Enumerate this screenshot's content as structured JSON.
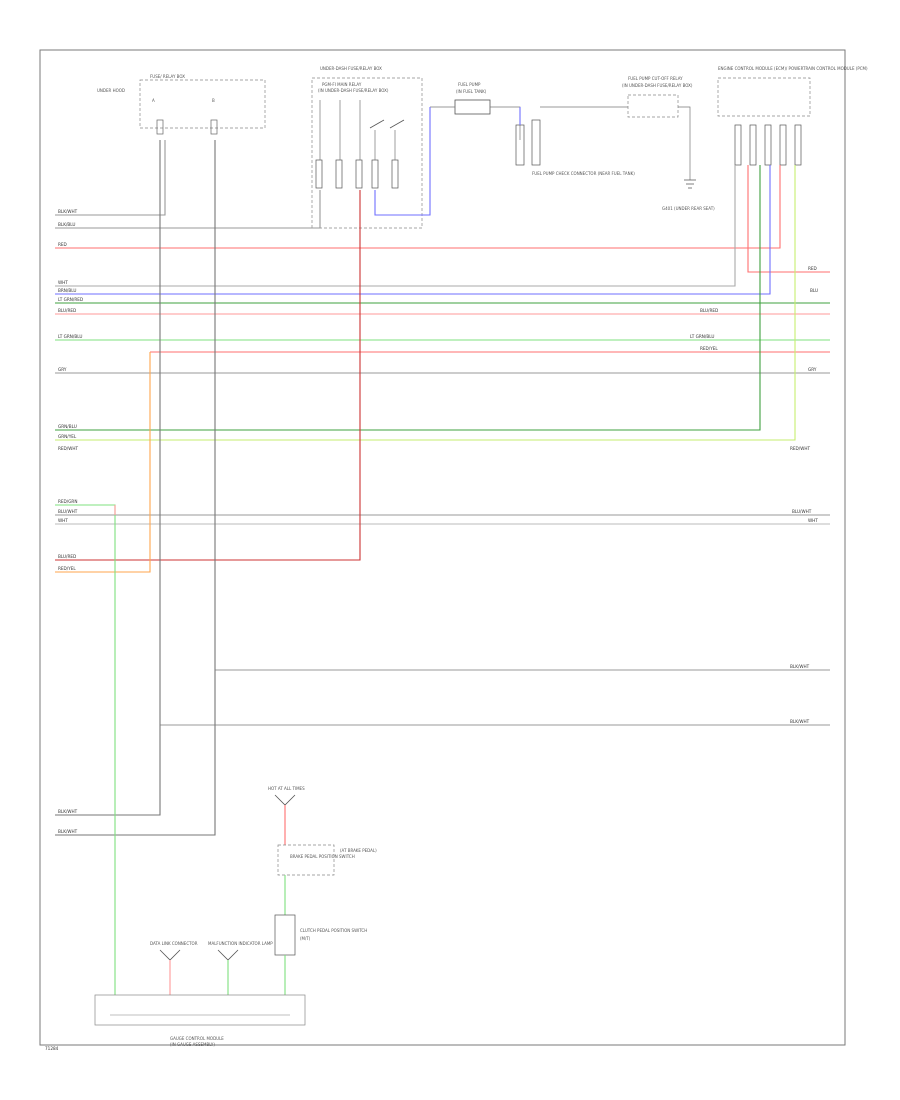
{
  "diagram": {
    "footer_code": "71284",
    "components": {
      "fuse_left": {
        "title": "FUSE/ RELAY BOX",
        "sub": "UNDER HOOD",
        "pin_a": "A",
        "pin_b": "B"
      },
      "fuse_mid": {
        "title": "UNDER-DASH FUSE/RELAY BOX"
      },
      "main_relay": {
        "title": "PGM-FI MAIN RELAY",
        "sub": "(IN UNDER-DASH FUSE/RELAY BOX)"
      },
      "fuel_pump": {
        "title": "FUEL PUMP",
        "sub": "(IN FUEL TANK)"
      },
      "fuel_pump_relay": {
        "title": "FUEL PUMP CUT-OFF RELAY",
        "sub": "(IN UNDER-DASH FUSE/RELAY BOX)"
      },
      "fuel_pump_note": {
        "text": "FUEL PUMP CHECK CONNECTOR (NEAR FUEL TANK)"
      },
      "ground": {
        "text": "G401 (UNDER REAR SEAT)"
      },
      "ecm": {
        "title": "ENGINE CONTROL MODULE (ECM)/ POWERTRAIN CONTROL MODULE (PCM)"
      },
      "hot_fuse": {
        "text": "HOT AT ALL TIMES"
      },
      "brake_switch": {
        "title": "BRAKE PEDAL POSITION SWITCH",
        "sub": "(AT BRAKE PEDAL)"
      },
      "clutch": {
        "title": "CLUTCH PEDAL POSITION SWITCH",
        "sub": "(M/T)"
      },
      "cluster": {
        "title": "GAUGE CONTROL MODULE",
        "sub": "(IN GAUGE ASSEMBLY)"
      },
      "sensor_a": {
        "text": "DATA LINK CONNECTOR"
      },
      "sensor_b": {
        "text": "MALFUNCTION INDICATOR LAMP"
      }
    },
    "left_labels": [
      "BLK/WHT",
      "BLK/BLU",
      "RED",
      "WHT",
      "BRN/BLU",
      "LT GRN/RED",
      "BLU/RED",
      "LT GRN/BLU",
      "GRY",
      "GRN/BLU",
      "GRN/YEL",
      "RED/WHT",
      "RED/GRN",
      "BLU/WHT",
      "WHT",
      "BLU/RED",
      "RED/YEL",
      "BLK/WHT",
      "BLK/WHT"
    ],
    "right_labels": [
      "RED",
      "BLU",
      "BLU/RED",
      "LT GRN/BLU",
      "RED/YEL",
      "GRY",
      "RED/WHT",
      "BLU/WHT",
      "WHT",
      "BLK/WHT",
      "BLK/WHT"
    ],
    "wire_colors": {
      "gray": "#999999",
      "red": "#ff6f6f",
      "blue": "#6f6fff",
      "lightgreen": "#7fe07f",
      "green": "#3fa03f",
      "yellowgreen": "#c6ee6f",
      "orange": "#ffa64d",
      "darkred": "#cc3333",
      "pink": "#ff9999",
      "darkgray": "#6f6f6f"
    }
  }
}
